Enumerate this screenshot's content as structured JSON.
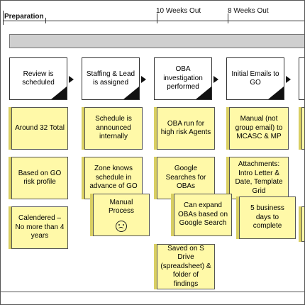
{
  "timeline": {
    "phase_label": "Preparation",
    "markers": [
      "10 Weeks Out",
      "8  Weeks Out"
    ]
  },
  "steps": [
    {
      "label": "Review is scheduled"
    },
    {
      "label": "Staffing & Lead is assigned"
    },
    {
      "label": "OBA investigation performed"
    },
    {
      "label": "Initial Emails to GO"
    }
  ],
  "notes": {
    "col1": [
      "Around 32 Total",
      "Based on GO risk profile",
      "Calendered – No more than 4 years"
    ],
    "col2": [
      "Schedule is announced internally",
      "Zone knows schedule in advance of GO",
      "Manual Process"
    ],
    "col3": [
      "OBA run for high risk Agents",
      "Google Searches for OBAs",
      "Can expand OBAs based on Google Search",
      "Saved on S Drive (spreadsheet) & folder of findings"
    ],
    "col4": [
      "Manual (not group email) to MCASC & MP",
      "Attachments: Intro Letter & Date, Template Grid",
      "5 business days to complete"
    ]
  },
  "icons": {
    "sad_face": "frown-face-icon"
  }
}
